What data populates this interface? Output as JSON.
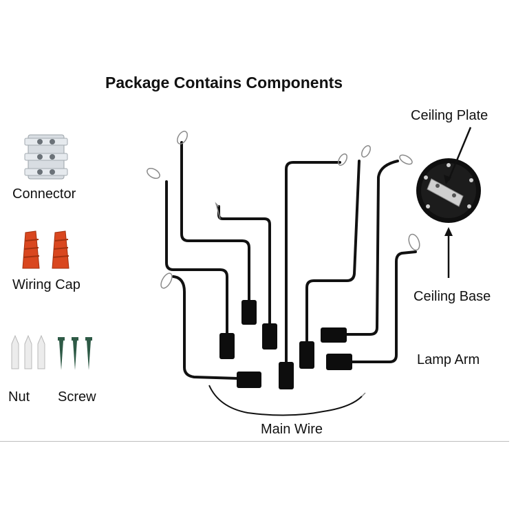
{
  "title": "Package Contains Components",
  "labels": {
    "connector": "Connector",
    "wiring_cap": "Wiring Cap",
    "nut": "Nut",
    "screw": "Screw",
    "ceiling_plate": "Ceiling Plate",
    "ceiling_base": "Ceiling Base",
    "lamp_arm": "Lamp Arm",
    "main_wire": "Main Wire"
  },
  "colors": {
    "cable": "#111111",
    "socket": "#0d0d0d",
    "wiring_cap": "#d9471f",
    "connector": "#d8dde2",
    "nut": "#ececec",
    "screw": "#2e5a46",
    "ceiling_plate": "#0f0f0f"
  }
}
